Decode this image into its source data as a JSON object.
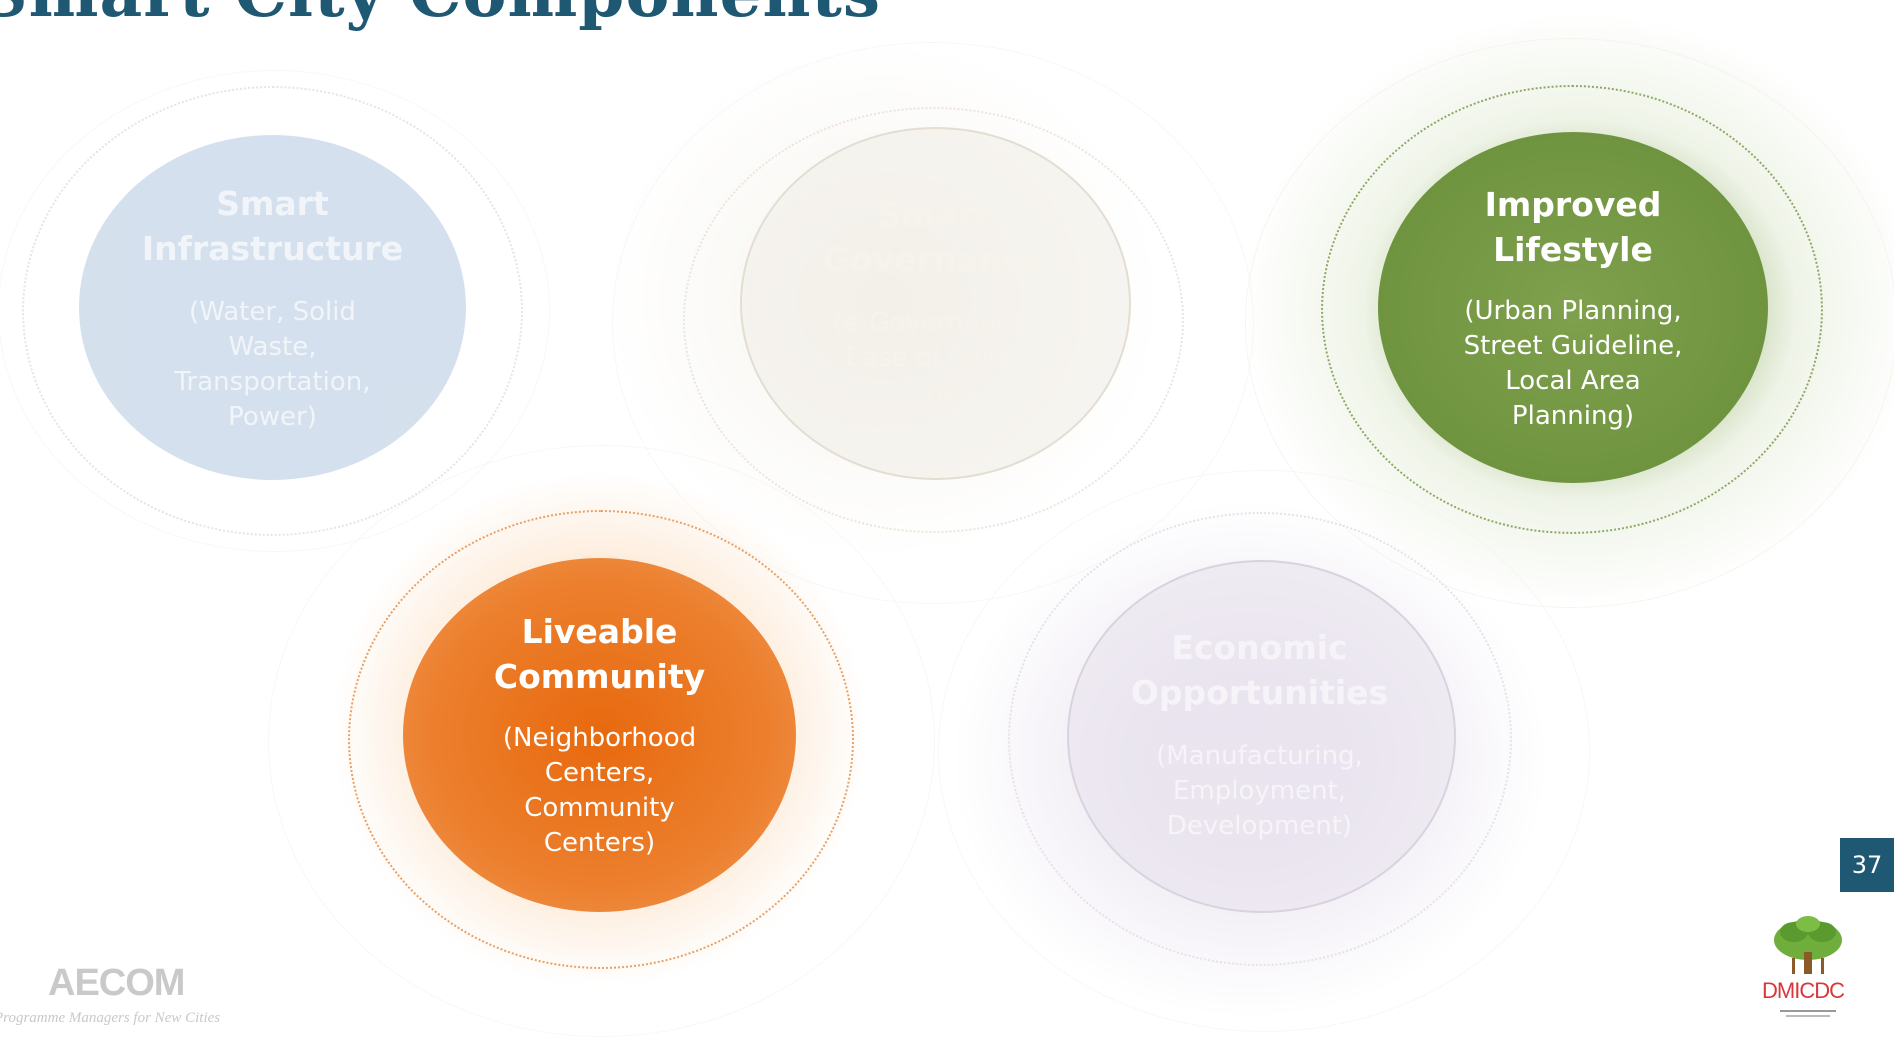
{
  "title": "Smart City Components",
  "components": [
    {
      "heading_line1": "Smart",
      "heading_line2": "Infrastructure",
      "details": [
        "(Water, Solid",
        "Waste,",
        "Transportation,",
        "Power)"
      ]
    },
    {
      "heading_line1": "Smart",
      "heading_line2": "Governance",
      "details": [
        "(e-Governance,",
        "Ease of doing",
        "Business)"
      ]
    },
    {
      "heading_line1": "Improved",
      "heading_line2": "Lifestyle",
      "details": [
        "(Urban Planning,",
        "Street Guideline,",
        "Local Area",
        "Planning)"
      ]
    },
    {
      "heading_line1": "Liveable",
      "heading_line2": "Community",
      "details": [
        "(Neighborhood",
        "Centers,",
        "Community",
        "Centers)"
      ]
    },
    {
      "heading_line1": "Economic",
      "heading_line2": "Opportunities",
      "details": [
        "(Manufacturing,",
        "Employment,",
        "Development)"
      ]
    }
  ],
  "page_number": "37",
  "footer": {
    "aecom_logo": "AECOM",
    "aecom_tagline": "Programme Managers for New Cities",
    "dmicdc_logo": "DMICDC"
  },
  "colors": {
    "title": "#1f5872",
    "green": "#6f9440",
    "orange": "#e8690e",
    "page_number_bg": "#1f5872",
    "dmicdc_red": "#d9383a"
  }
}
